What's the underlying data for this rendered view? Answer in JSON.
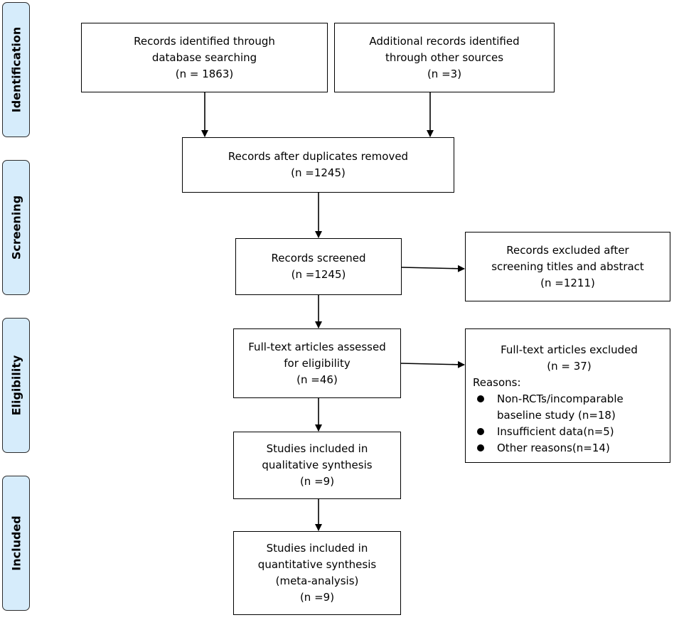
{
  "phases": {
    "identification": "Identification",
    "screening": "Screening",
    "eligibility": "Eligibility",
    "included": "Included"
  },
  "boxes": {
    "database": [
      "Records identified through",
      "database searching",
      "(n = 1863)"
    ],
    "additional": [
      "Additional records identified",
      "through other sources",
      "(n =3)"
    ],
    "duplicates": [
      "Records after duplicates removed",
      "(n =1245)"
    ],
    "screened": [
      "Records screened",
      "(n =1245)"
    ],
    "excluded_screening": [
      "Records excluded after",
      "screening titles and abstract",
      "(n =1211)"
    ],
    "fulltext": [
      "Full-text articles assessed",
      "for eligibility",
      "(n =46)"
    ],
    "qualitative": [
      "Studies included in",
      "qualitative synthesis",
      "(n =9)"
    ],
    "quantitative": [
      "Studies included in",
      "quantitative synthesis",
      "(meta-analysis)",
      "(n =9)"
    ]
  },
  "fulltext_excluded": {
    "title": "Full-text articles excluded",
    "count": "(n = 37)",
    "reasons_label": "Reasons:",
    "reasons": [
      [
        "Non-RCTs/incomparable",
        "baseline study (n=18)"
      ],
      [
        "Insufficient data(n=5)"
      ],
      [
        "Other reasons(n=14)"
      ]
    ]
  }
}
